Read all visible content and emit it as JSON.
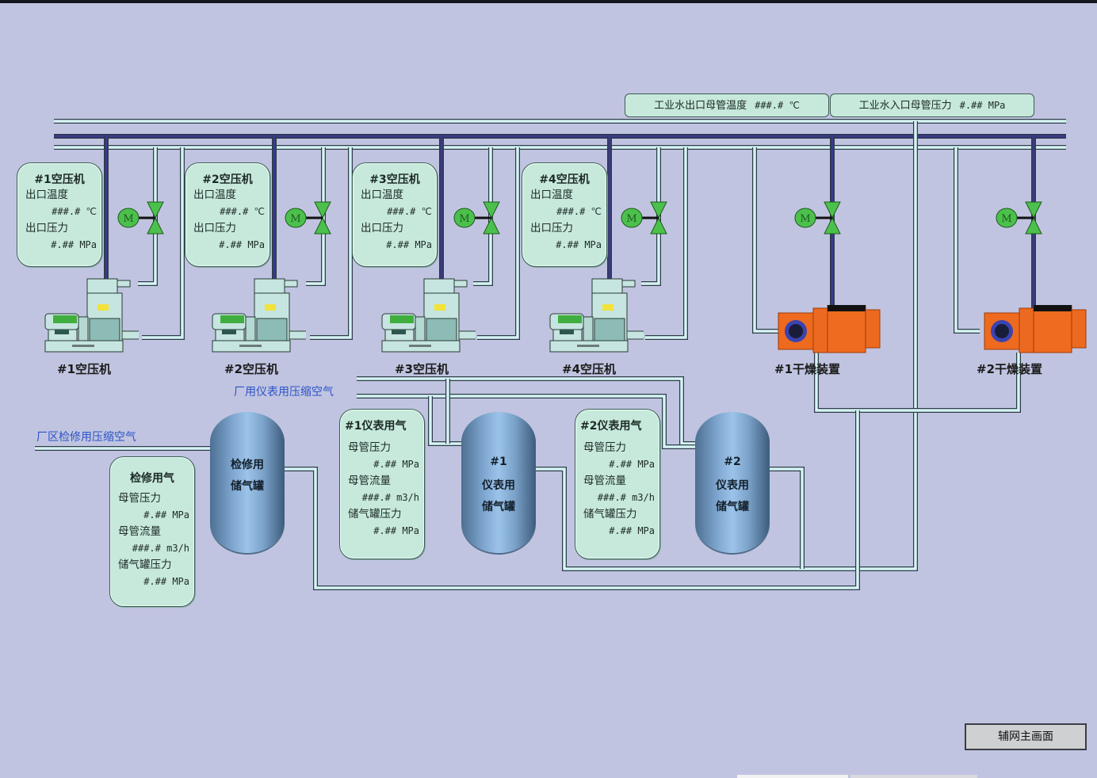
{
  "header_tags": [
    {
      "label": "工业水出口母管温度",
      "value": "###.# ℃"
    },
    {
      "label": "工业水入口母管压力",
      "value": "#.## MPa"
    }
  ],
  "compressors": [
    {
      "title": "#1空压机",
      "temp_label": "出口温度",
      "temp_value": "###.# ℃",
      "pressure_label": "出口压力",
      "pressure_value": "#.## MPa",
      "equipment_label": "#1空压机"
    },
    {
      "title": "#2空压机",
      "temp_label": "出口温度",
      "temp_value": "###.# ℃",
      "pressure_label": "出口压力",
      "pressure_value": "#.## MPa",
      "equipment_label": "#2空压机"
    },
    {
      "title": "#3空压机",
      "temp_label": "出口温度",
      "temp_value": "###.# ℃",
      "pressure_label": "出口压力",
      "pressure_value": "#.## MPa",
      "equipment_label": "#3空压机"
    },
    {
      "title": "#4空压机",
      "temp_label": "出口温度",
      "temp_value": "###.# ℃",
      "pressure_label": "出口压力",
      "pressure_value": "#.## MPa",
      "equipment_label": "#4空压机"
    }
  ],
  "dryers": [
    {
      "label": "#1干燥装置"
    },
    {
      "label": "#2干燥装置"
    }
  ],
  "valve_motor_glyph": "M",
  "line_labels": {
    "instrument_air": "厂用仪表用压缩空气",
    "service_air": "厂区检修用压缩空气"
  },
  "air_panels": [
    {
      "title": "检修用气",
      "main_pressure_label": "母管压力",
      "main_pressure_value": "#.## MPa",
      "flow_label": "母管流量",
      "flow_value": "###.# m3/h",
      "tank_pressure_label": "储气罐压力",
      "tank_pressure_value": "#.## MPa"
    },
    {
      "title": "#1仪表用气",
      "main_pressure_label": "母管压力",
      "main_pressure_value": "#.## MPa",
      "flow_label": "母管流量",
      "flow_value": "###.# m3/h",
      "tank_pressure_label": "储气罐压力",
      "tank_pressure_value": "#.## MPa"
    },
    {
      "title": "#2仪表用气",
      "main_pressure_label": "母管压力",
      "main_pressure_value": "#.## MPa",
      "flow_label": "母管流量",
      "flow_value": "###.# m3/h",
      "tank_pressure_label": "储气罐压力",
      "tank_pressure_value": "#.## MPa"
    }
  ],
  "tanks": [
    {
      "lines": [
        "检修用",
        "储气罐"
      ]
    },
    {
      "lines": [
        "#1",
        "仪表用",
        "储气罐"
      ]
    },
    {
      "lines": [
        "#2",
        "仪表用",
        "储气罐"
      ]
    }
  ],
  "nav": {
    "main_screen_button": "辅网主画面"
  },
  "colors": {
    "background": "#c0c4e0",
    "pipe_water": "#d6f4f4",
    "pipe_supply": "#3a3a8c",
    "panel": "#c7e9dc",
    "valve": "#4cc04c",
    "dryer": "#ee6a1e",
    "tank": "#7ea6cf"
  }
}
